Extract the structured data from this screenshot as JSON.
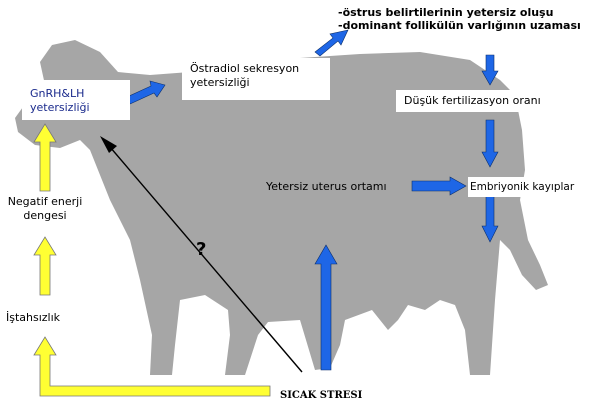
{
  "diagram": {
    "labels": {
      "gnrh_lh": "GnRH&LH\nyetersizliği",
      "ostradiol": "Östradiol sekresyon\nyetersizliği",
      "ostrus_notes": "-östrus belirtilerinin yetersiz oluşu\n-dominant follikülün varlığının uzaması",
      "dusuk_fertilizasyon": "Düşük fertilizasyon oranı",
      "yetersiz_uterus": "Yetersiz uterus ortamı",
      "embriyonik": "Embriyonik kayıplar",
      "negatif_enerji": "Negatif enerji\ndengesi",
      "istahsizlik": "İştahsızlık",
      "sicak_stresi": "SICAK STRESI",
      "question_mark": "?"
    },
    "colors": {
      "cow": "#a6a6a6",
      "blue_arrow": "#1e66e6",
      "yellow_arrow": "#ffff33",
      "gnrh_text": "#1a2a8c",
      "text": "#000000"
    }
  }
}
